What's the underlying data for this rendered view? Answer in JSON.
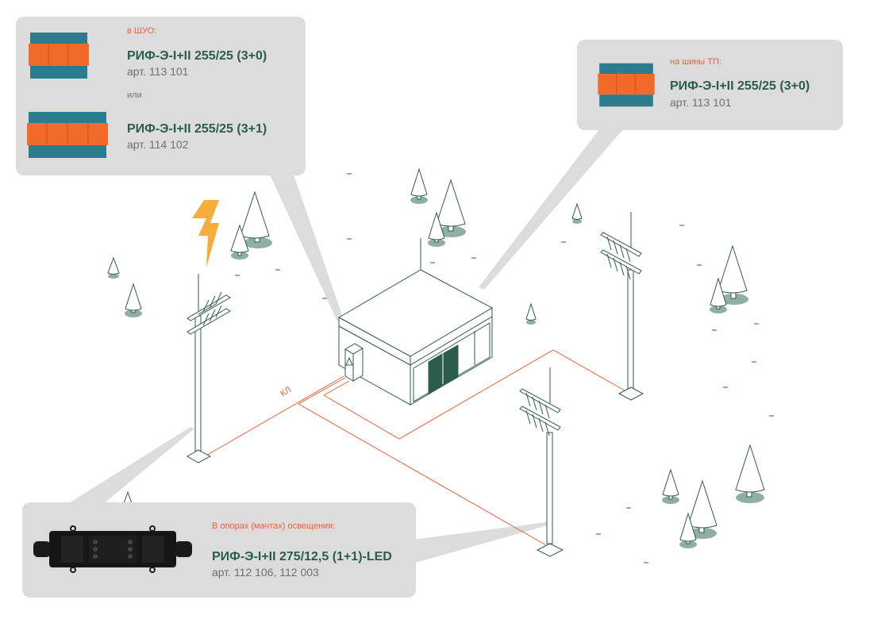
{
  "callouts": {
    "shuo": {
      "location_label": "в ШУО:",
      "products": [
        {
          "name": "РИФ-Э-I+II 255/25 (3+0)",
          "article": "арт. 113 101"
        },
        {
          "name": "РИФ-Э-I+II 255/25 (3+1)",
          "article": "арт. 114 102"
        }
      ],
      "or_label": "или"
    },
    "tp": {
      "location_label": "на шины ТП:",
      "product": {
        "name": "РИФ-Э-I+II 255/25 (3+0)",
        "article": "арт. 113 101"
      }
    },
    "lighting": {
      "location_label": "В опорах (мачтах) освещения:",
      "product": {
        "name": "РИФ-Э-I+II 275/12,5 (1+1)-LED",
        "article": "арт. 112 106, 112 003"
      }
    }
  },
  "diagram": {
    "cable_label": "КЛ"
  },
  "colors": {
    "accent_orange": "#e8623a",
    "product_green": "#2a5e4a",
    "card_bg": "#dcdcdc",
    "lightning": "#f7ad3b",
    "line_green": "#2e5c4c",
    "shadow_green": "#8fafa2"
  }
}
